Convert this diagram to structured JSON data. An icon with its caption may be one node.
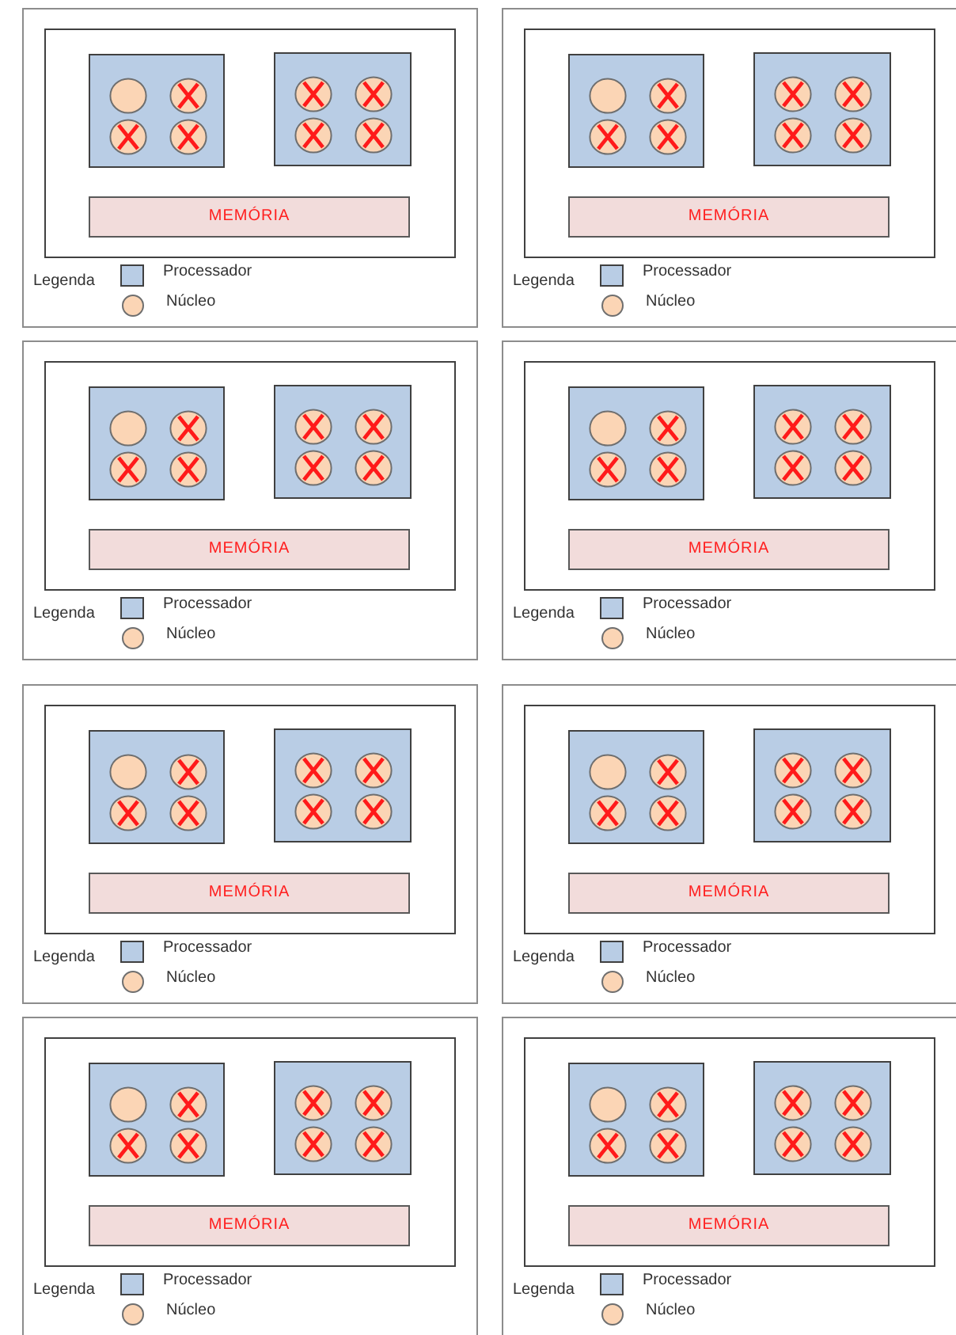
{
  "diagram": {
    "nodes": [
      {
        "text": [],
        "shape": "box"
      },
      {
        "text": [],
        "shape": "box",
        "in": 0
      },
      {
        "text": [],
        "shape": "box",
        "in": 1
      },
      {
        "text": [],
        "shape": "circle",
        "in": 2
      },
      {
        "text": [],
        "shape": "crossed-circle",
        "in": 2
      },
      {
        "text": [],
        "shape": "crossed-circle",
        "in": 2
      },
      {
        "text": [],
        "shape": "crossed-circle",
        "in": 2
      },
      {
        "text": [],
        "shape": "box",
        "in": 1
      },
      {
        "text": [],
        "shape": "crossed-circle",
        "in": 7
      },
      {
        "text": [],
        "shape": "crossed-circle",
        "in": 7
      },
      {
        "text": [],
        "shape": "crossed-circle",
        "in": 7
      },
      {
        "text": [],
        "shape": "crossed-circle",
        "in": 7
      },
      {
        "text": [
          "MEMÓRIA"
        ],
        "in": 1
      },
      {
        "text": [],
        "shape": "box"
      },
      {
        "text": [],
        "shape": "box",
        "in": 13
      },
      {
        "text": [],
        "shape": "box",
        "in": 14
      },
      {
        "text": [],
        "shape": "circle",
        "in": 15
      },
      {
        "text": [],
        "shape": "crossed-circle",
        "in": 15
      },
      {
        "text": [],
        "shape": "crossed-circle",
        "in": 15
      },
      {
        "text": [],
        "shape": "crossed-circle",
        "in": 15
      },
      {
        "text": [],
        "shape": "box",
        "in": 14
      },
      {
        "text": [],
        "shape": "crossed-circle",
        "in": 20
      },
      {
        "text": [],
        "shape": "crossed-circle",
        "in": 20
      },
      {
        "text": [],
        "shape": "crossed-circle",
        "in": 20
      },
      {
        "text": [],
        "shape": "crossed-circle",
        "in": 20
      },
      {
        "text": [
          "MEMÓRIA"
        ],
        "in": 14
      },
      {
        "text": [],
        "shape": "box"
      },
      {
        "text": [],
        "shape": "box",
        "in": 26
      },
      {
        "text": [],
        "shape": "box",
        "in": 27
      },
      {
        "text": [],
        "shape": "circle",
        "in": 28
      },
      {
        "text": [],
        "shape": "crossed-circle",
        "in": 28
      },
      {
        "text": [],
        "shape": "crossed-circle",
        "in": 28
      },
      {
        "text": [],
        "shape": "crossed-circle",
        "in": 28
      },
      {
        "text": [],
        "shape": "box",
        "in": 27
      },
      {
        "text": [],
        "shape": "crossed-circle",
        "in": 33
      },
      {
        "text": [],
        "shape": "crossed-circle",
        "in": 33
      },
      {
        "text": [],
        "shape": "crossed-circle",
        "in": 33
      },
      {
        "text": [],
        "shape": "crossed-circle",
        "in": 33
      },
      {
        "text": [
          "MEMÓRIA"
        ],
        "in": 27
      },
      {
        "text": [],
        "shape": "box"
      },
      {
        "text": [],
        "shape": "box",
        "in": 39
      },
      {
        "text": [],
        "shape": "box",
        "in": 40
      },
      {
        "text": [],
        "shape": "circle",
        "in": 41
      },
      {
        "text": [],
        "shape": "crossed-circle",
        "in": 41
      },
      {
        "text": [],
        "shape": "crossed-circle",
        "in": 41
      },
      {
        "text": [],
        "shape": "crossed-circle",
        "in": 41
      },
      {
        "text": [],
        "shape": "box",
        "in": 40
      },
      {
        "text": [],
        "shape": "crossed-circle",
        "in": 46
      },
      {
        "text": [],
        "shape": "crossed-circle",
        "in": 46
      },
      {
        "text": [],
        "shape": "crossed-circle",
        "in": 46
      },
      {
        "text": [],
        "shape": "crossed-circle",
        "in": 46
      },
      {
        "text": [
          "MEMÓRIA"
        ],
        "in": 40
      },
      {
        "text": [],
        "shape": "box"
      },
      {
        "text": [],
        "shape": "box",
        "in": 52
      },
      {
        "text": [],
        "shape": "box",
        "in": 53
      },
      {
        "text": [],
        "shape": "circle",
        "in": 54
      },
      {
        "text": [],
        "shape": "crossed-circle",
        "in": 54
      },
      {
        "text": [],
        "shape": "crossed-circle",
        "in": 54
      },
      {
        "text": [],
        "shape": "crossed-circle",
        "in": 54
      },
      {
        "text": [],
        "shape": "box",
        "in": 53
      },
      {
        "text": [],
        "shape": "crossed-circle",
        "in": 59
      },
      {
        "text": [],
        "shape": "crossed-circle",
        "in": 59
      },
      {
        "text": [],
        "shape": "crossed-circle",
        "in": 59
      },
      {
        "text": [],
        "shape": "crossed-circle",
        "in": 59
      },
      {
        "text": [
          "MEMÓRIA"
        ],
        "in": 53
      },
      {
        "text": [],
        "shape": "box"
      },
      {
        "text": [],
        "shape": "box",
        "in": 65
      },
      {
        "text": [],
        "shape": "box",
        "in": 66
      },
      {
        "text": [],
        "shape": "circle",
        "in": 67
      },
      {
        "text": [],
        "shape": "crossed-circle",
        "in": 67
      },
      {
        "text": [],
        "shape": "crossed-circle",
        "in": 67
      },
      {
        "text": [],
        "shape": "crossed-circle",
        "in": 67
      },
      {
        "text": [],
        "shape": "box",
        "in": 66
      },
      {
        "text": [],
        "shape": "crossed-circle",
        "in": 72
      },
      {
        "text": [],
        "shape": "crossed-circle",
        "in": 72
      },
      {
        "text": [],
        "shape": "crossed-circle",
        "in": 72
      },
      {
        "text": [],
        "shape": "crossed-circle",
        "in": 72
      },
      {
        "text": [
          "MEMÓRIA"
        ],
        "in": 66
      },
      {
        "text": [],
        "shape": "box"
      },
      {
        "text": [],
        "shape": "box",
        "in": 78
      },
      {
        "text": [],
        "shape": "box",
        "in": 79
      },
      {
        "text": [],
        "shape": "circle",
        "in": 80
      },
      {
        "text": [],
        "shape": "crossed-circle",
        "in": 80
      },
      {
        "text": [],
        "shape": "crossed-circle",
        "in": 80
      },
      {
        "text": [],
        "shape": "crossed-circle",
        "in": 80
      },
      {
        "text": [],
        "shape": "box",
        "in": 79
      },
      {
        "text": [],
        "shape": "crossed-circle",
        "in": 85
      },
      {
        "text": [],
        "shape": "crossed-circle",
        "in": 85
      },
      {
        "text": [],
        "shape": "crossed-circle",
        "in": 85
      },
      {
        "text": [],
        "shape": "crossed-circle",
        "in": 85
      },
      {
        "text": [
          "MEMÓRIA"
        ],
        "in": 79
      },
      {
        "text": [],
        "shape": "box"
      },
      {
        "text": [],
        "shape": "box",
        "in": 91
      },
      {
        "text": [],
        "shape": "box",
        "in": 92
      },
      {
        "text": [],
        "shape": "circle",
        "in": 93
      },
      {
        "text": [],
        "shape": "crossed-circle",
        "in": 93
      },
      {
        "text": [],
        "shape": "crossed-circle",
        "in": 93
      },
      {
        "text": [],
        "shape": "crossed-circle",
        "in": 93
      },
      {
        "text": [],
        "shape": "box",
        "in": 92
      },
      {
        "text": [],
        "shape": "crossed-circle",
        "in": 98
      },
      {
        "text": [],
        "shape": "crossed-circle",
        "in": 98
      },
      {
        "text": [],
        "shape": "crossed-circle",
        "in": 98
      },
      {
        "text": [],
        "shape": "crossed-circle",
        "in": 98
      },
      {
        "text": [
          "MEMÓRIA"
        ],
        "in": 92
      }
    ],
    "labels": [
      "Legenda",
      "Legenda",
      "Legenda",
      "Legenda",
      "Legenda",
      "Legenda",
      "Legenda",
      "Legenda"
    ],
    "legend": [
      {
        "text": "Processador",
        "color": "#b9cde5"
      },
      {
        "text": "Núcleo",
        "color": "#fbd5b5"
      },
      {
        "text": "Processador",
        "color": "#b9cde5"
      },
      {
        "text": "Núcleo",
        "color": "#fbd5b5"
      },
      {
        "text": "Processador",
        "color": "#b9cde5"
      },
      {
        "text": "Núcleo",
        "color": "#fbd5b5"
      },
      {
        "text": "Processador",
        "color": "#b9cde5"
      },
      {
        "text": "Núcleo",
        "color": "#fbd5b5"
      },
      {
        "text": "Processador",
        "color": "#b9cde5"
      },
      {
        "text": "Núcleo",
        "color": "#fbd5b5"
      },
      {
        "text": "Processador",
        "color": "#b9cde5"
      },
      {
        "text": "Núcleo",
        "color": "#fbd5b5"
      },
      {
        "text": "Processador",
        "color": "#b9cde5"
      },
      {
        "text": "Núcleo",
        "color": "#fbd5b5"
      },
      {
        "text": "Processador",
        "color": "#b9cde5"
      },
      {
        "text": "Núcleo",
        "color": "#fbd5b5"
      }
    ]
  }
}
